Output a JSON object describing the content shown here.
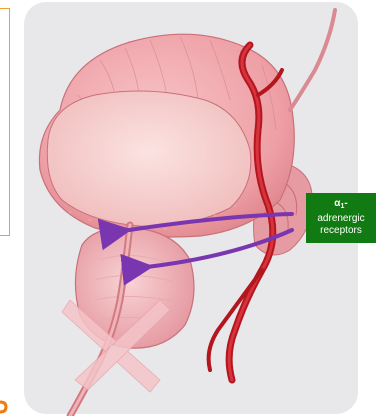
{
  "label": {
    "symbol": "α",
    "subscript": "1",
    "suffix": "-",
    "line2": "adrenergic",
    "line3": "receptors"
  },
  "colors": {
    "panel": "#e8e8ea",
    "tissue": "#f2a6ab",
    "tissue_dark": "#d9747c",
    "artery": "#c8202a",
    "arrow": "#7a35b0",
    "label_bg": "#127a12",
    "accent_orange": "#f0a030"
  }
}
